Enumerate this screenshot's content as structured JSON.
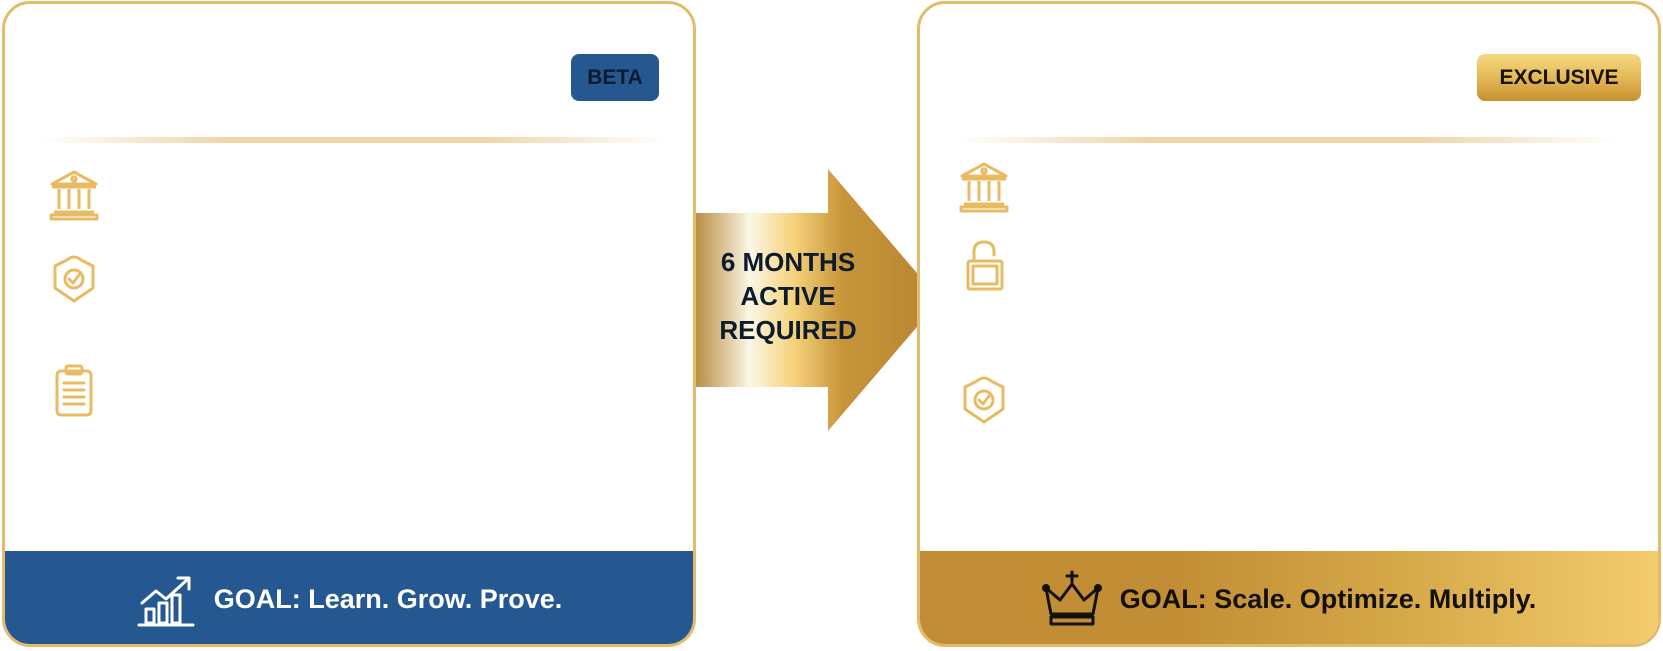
{
  "colors": {
    "gold_border": "#e3bb6c",
    "navy": "#255891",
    "gold_icon": "#e8bb63",
    "text_dark": "#0d1b2e"
  },
  "left_card": {
    "badge": "BETA",
    "icons": [
      "bank-icon",
      "shield-check-icon",
      "clipboard-icon"
    ],
    "footer_icon": "growth-chart-icon",
    "footer_text": "GOAL: Learn. Grow. Prove."
  },
  "transition": {
    "lines": [
      "6 MONTHS",
      "ACTIVE",
      "REQUIRED"
    ]
  },
  "right_card": {
    "badge": "EXCLUSIVE",
    "icons": [
      "bank-icon",
      "unlock-icon",
      "shield-check-icon"
    ],
    "footer_icon": "crown-icon",
    "footer_text": "GOAL: Scale. Optimize. Multiply."
  }
}
